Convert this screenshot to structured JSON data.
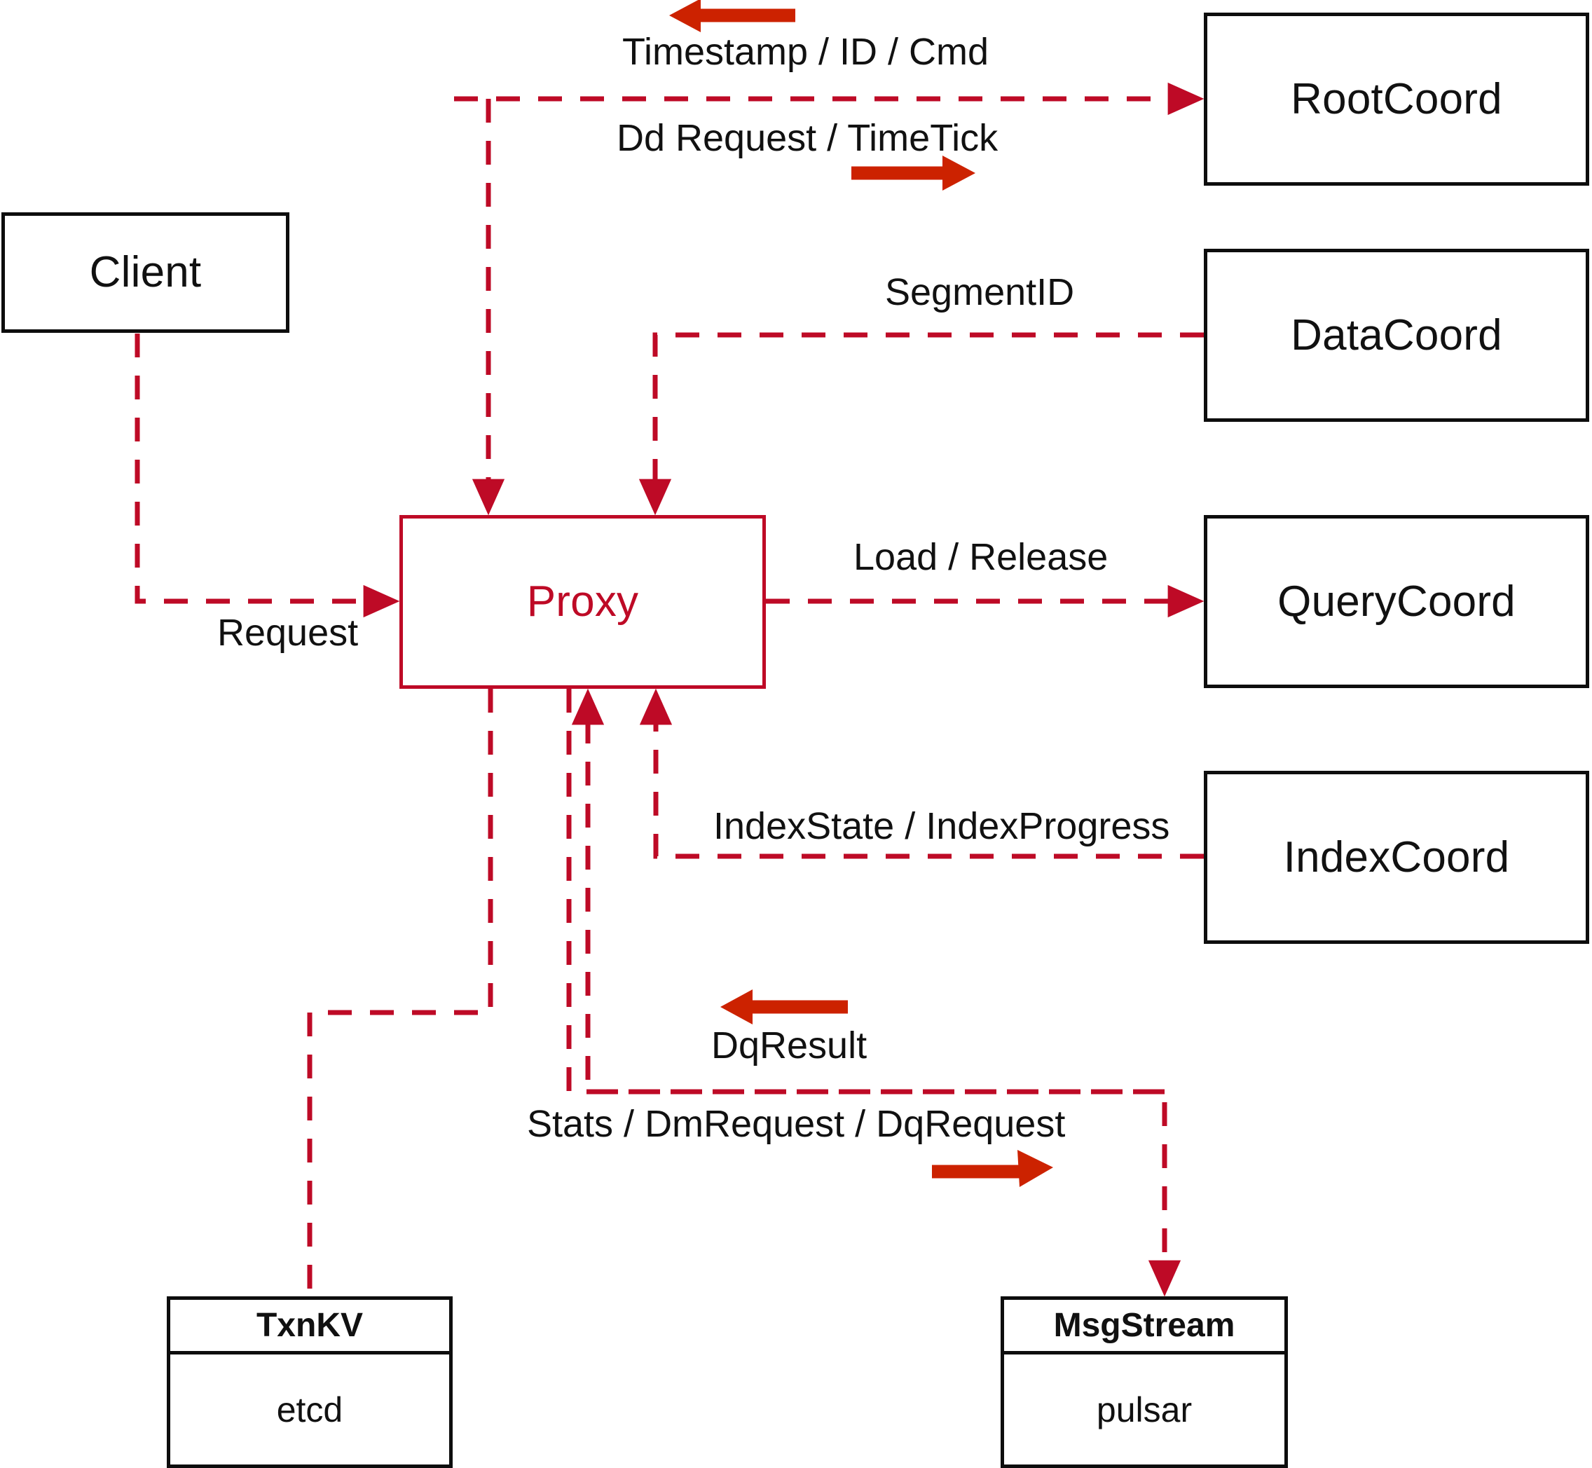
{
  "diagram": {
    "title": "Milvus Proxy component interaction diagram",
    "colors": {
      "accent_line": "#BE0A26",
      "solid_arrow": "#CC2200",
      "node_border": "#0d0d0d",
      "background": "#ffffff"
    }
  },
  "nodes": [
    {
      "id": "client",
      "label": "Client",
      "style": "black"
    },
    {
      "id": "proxy",
      "label": "Proxy",
      "style": "accent"
    },
    {
      "id": "rootcoord",
      "label": "RootCoord",
      "style": "black"
    },
    {
      "id": "datacoord",
      "label": "DataCoord",
      "style": "black"
    },
    {
      "id": "querycoord",
      "label": "QueryCoord",
      "style": "black"
    },
    {
      "id": "indexcoord",
      "label": "IndexCoord",
      "style": "black"
    }
  ],
  "stores": [
    {
      "id": "txnkv",
      "header": "TxnKV",
      "body": "etcd"
    },
    {
      "id": "msgstream",
      "header": "MsgStream",
      "body": "pulsar"
    }
  ],
  "edge_labels": [
    {
      "id": "timestamp-id-cmd",
      "text": "Timestamp / ID / Cmd"
    },
    {
      "id": "dd-request-timetick",
      "text": "Dd Request / TimeTick"
    },
    {
      "id": "segmentid",
      "text": "SegmentID"
    },
    {
      "id": "request",
      "text": "Request"
    },
    {
      "id": "load-release",
      "text": "Load / Release"
    },
    {
      "id": "indexstate-indexprogress",
      "text": "IndexState / IndexProgress"
    },
    {
      "id": "dqresult",
      "text": "DqResult"
    },
    {
      "id": "stats-dmrequest-dqrequest",
      "text": "Stats / DmRequest / DqRequest"
    }
  ],
  "chart_data": {
    "type": "diagram",
    "title": "Milvus Proxy component interaction diagram",
    "nodes": [
      "Client",
      "Proxy",
      "RootCoord",
      "DataCoord",
      "QueryCoord",
      "IndexCoord",
      "TxnKV (etcd)",
      "MsgStream (pulsar)"
    ],
    "edges": [
      {
        "from": "Client",
        "to": "Proxy",
        "label": "Request",
        "direction": "to-proxy"
      },
      {
        "from": "Proxy",
        "to": "RootCoord",
        "label": "Dd Request / TimeTick",
        "direction": "to-rootcoord"
      },
      {
        "from": "RootCoord",
        "to": "Proxy",
        "label": "Timestamp / ID / Cmd",
        "direction": "to-proxy"
      },
      {
        "from": "DataCoord",
        "to": "Proxy",
        "label": "SegmentID",
        "direction": "to-proxy"
      },
      {
        "from": "Proxy",
        "to": "QueryCoord",
        "label": "Load / Release",
        "direction": "to-querycoord"
      },
      {
        "from": "IndexCoord",
        "to": "Proxy",
        "label": "IndexState / IndexProgress",
        "direction": "to-proxy"
      },
      {
        "from": "Proxy",
        "to": "MsgStream",
        "label": "Stats / DmRequest / DqRequest",
        "direction": "to-msgstream"
      },
      {
        "from": "MsgStream",
        "to": "Proxy",
        "label": "DqResult",
        "direction": "to-proxy"
      },
      {
        "from": "Proxy",
        "to": "TxnKV",
        "label": "",
        "direction": "to-txnkv"
      }
    ]
  }
}
